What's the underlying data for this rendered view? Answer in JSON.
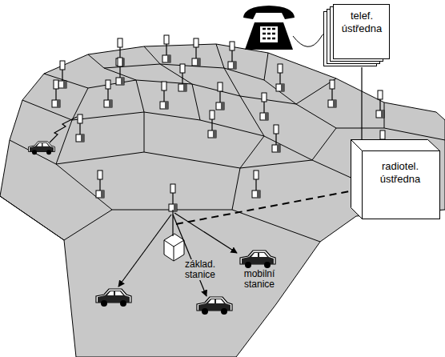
{
  "diagram": {
    "nodes": [
      {
        "text": [
          "telef. ústředna"
        ]
      },
      {
        "text": [
          "radiotel. ústředna"
        ]
      }
    ],
    "edges": [
      {
        "from": 0,
        "to": 1,
        "arrow": "none"
      }
    ],
    "labels": [
      "základ. stanice",
      "mobilní stanice"
    ]
  }
}
